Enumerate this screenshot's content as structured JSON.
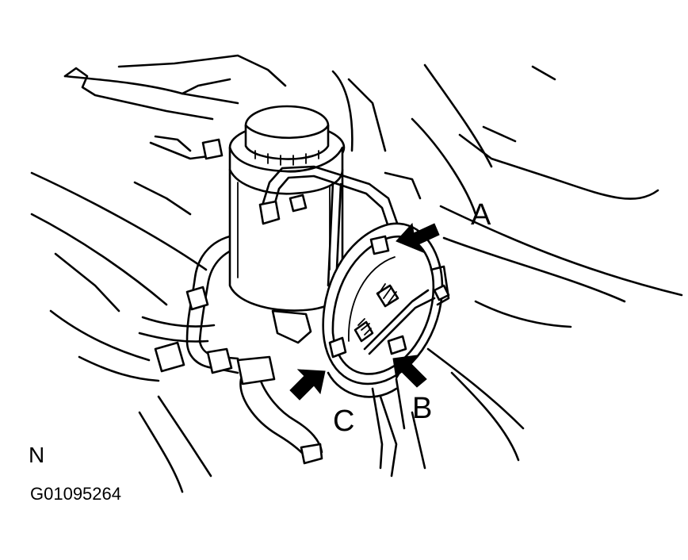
{
  "callouts": {
    "a": "A",
    "b": "B",
    "c": "C"
  },
  "orientation_label": "N",
  "figure_code": "G01095264",
  "colors": {
    "line": "#000000",
    "background": "#ffffff"
  }
}
